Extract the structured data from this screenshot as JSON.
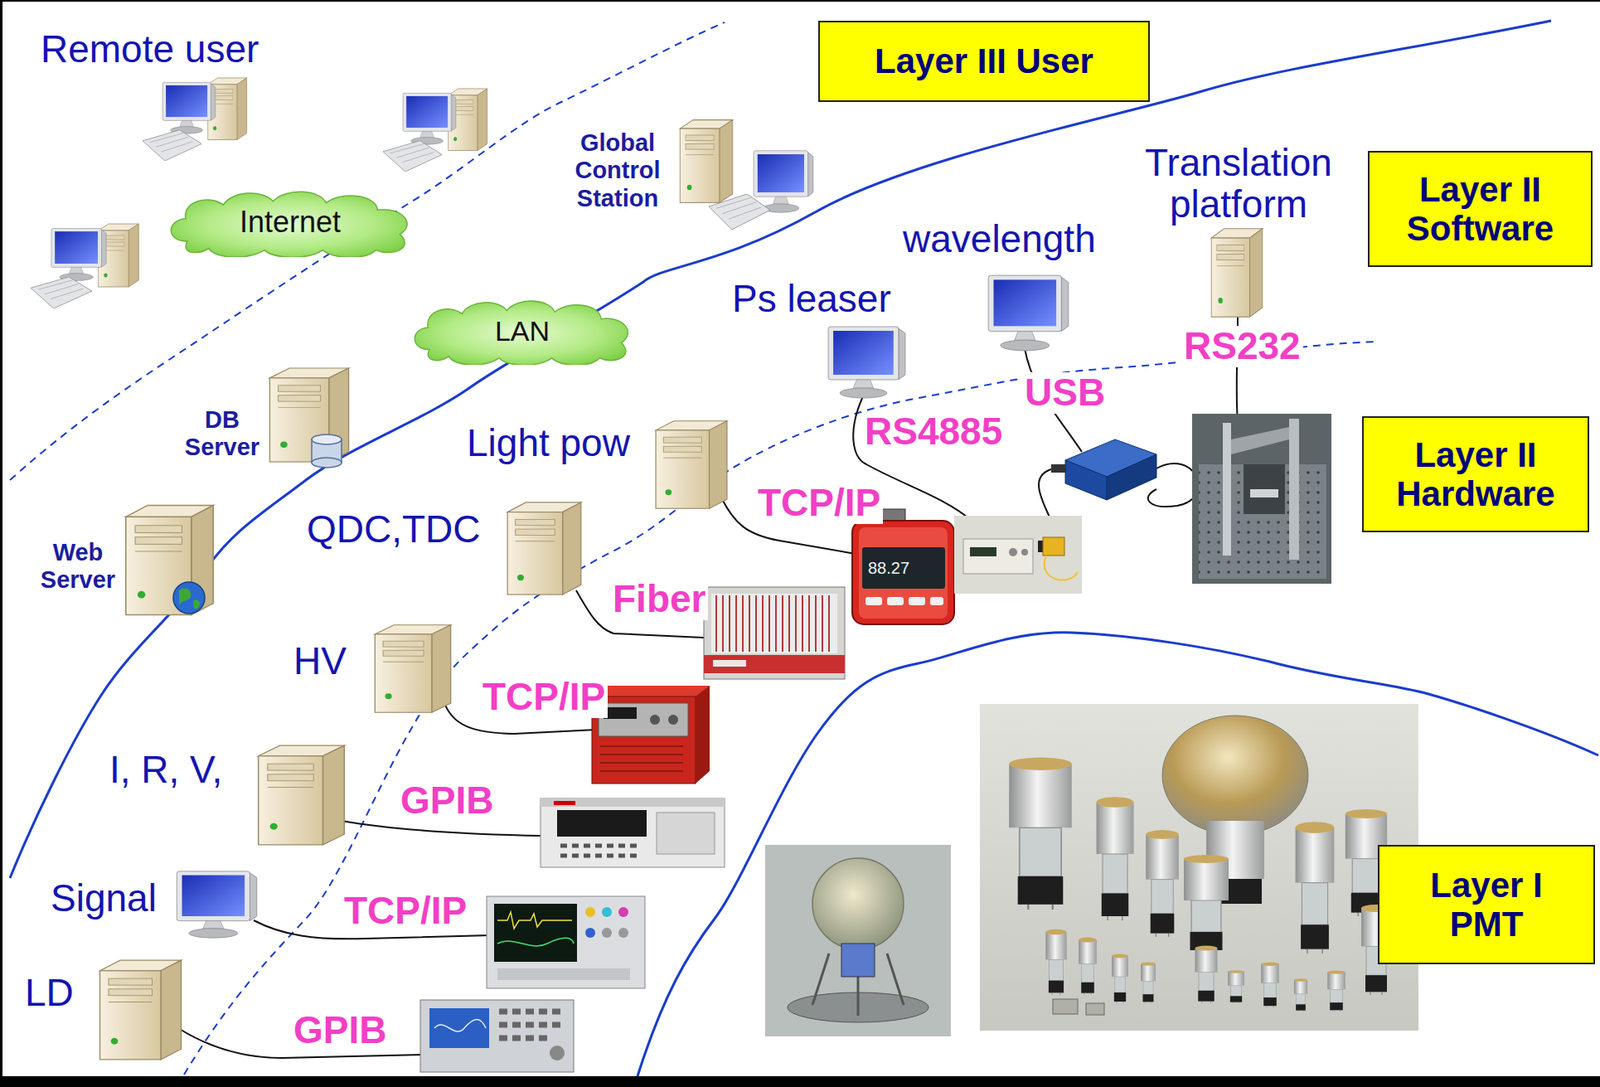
{
  "diagram": {
    "nodes": [
      {
        "text": [
          "Layer III User"
        ]
      },
      {
        "text": [
          "Layer II Software"
        ]
      },
      {
        "text": [
          "Internet"
        ]
      },
      {
        "text": [
          "LAN"
        ]
      },
      {
        "text": [
          "Layer II Hardware"
        ]
      },
      {
        "text": [
          "Layer I PMT"
        ]
      }
    ],
    "labels": [
      "Remote user",
      "Global Control Station",
      "Translation platform",
      "wavelength",
      "Ps leaser",
      "RS232",
      "USB",
      "DB Server",
      "RS4885",
      "Light pow",
      "TCP/IP",
      "QDC,TDC",
      "Web Server",
      "88.27",
      "Fiber",
      "HV",
      "TCP/IP",
      "I, R, V,",
      "GPIB",
      "Signal",
      "TCP/IP",
      "LD",
      "GPIB"
    ]
  }
}
